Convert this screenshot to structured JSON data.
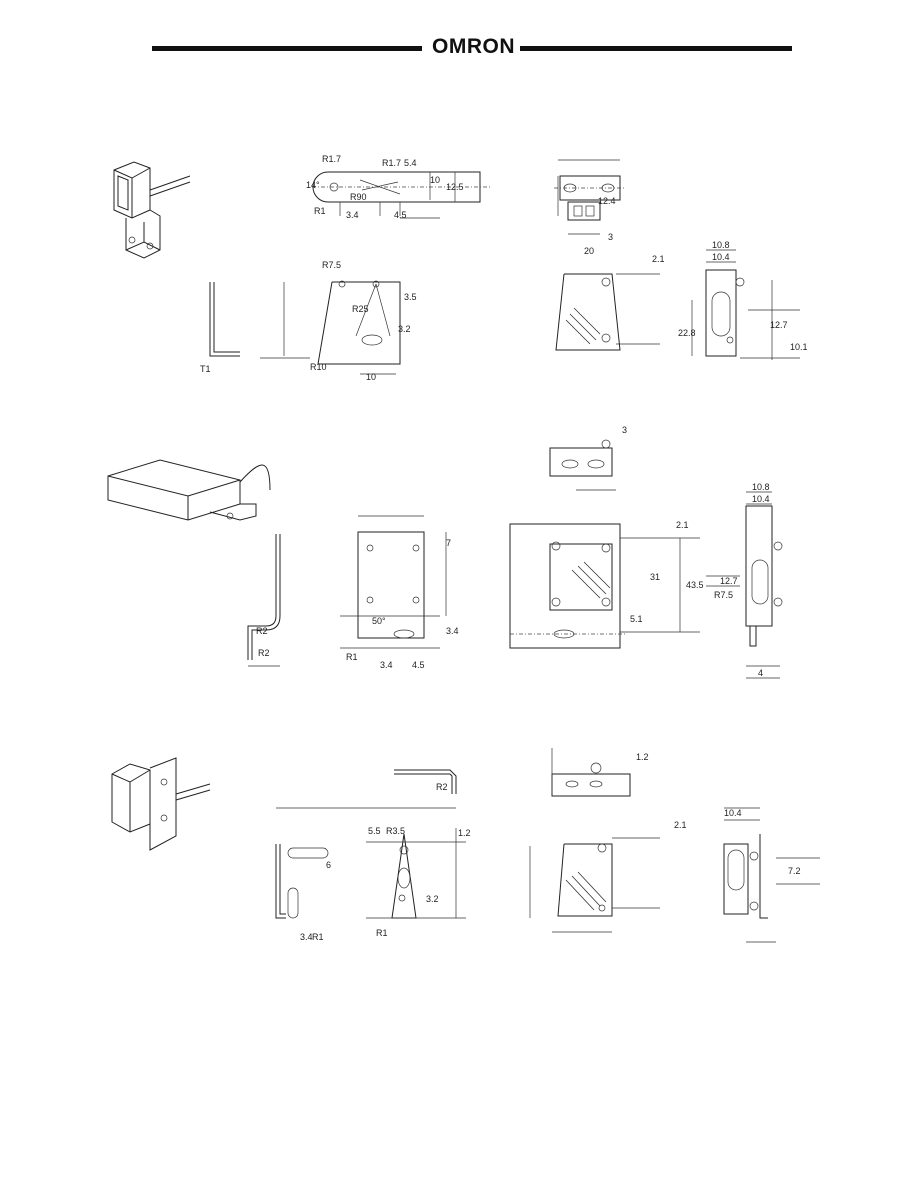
{
  "header": {
    "logo": "OMRON"
  },
  "drawings": {
    "bracket1": {
      "labels": {
        "r17a": "R1.7",
        "r17b": "R1.7",
        "d54": "5.4",
        "d10": "10",
        "a14": "14°",
        "d125": "12.5",
        "r1": "R1",
        "r90": "R90",
        "d34": "3.4",
        "d45": "4.5",
        "d124": "12.4",
        "d3": "3",
        "d20": "20",
        "r175": "R7.5",
        "d35": "3.5",
        "r25": "R25",
        "d32": "3.2",
        "r10": "R10",
        "d10b": "10",
        "t1": "T1",
        "d21": "2.1",
        "d108": "10.8",
        "d104": "10.4",
        "d228": "22.8",
        "d127": "12.7",
        "d101": "10.1"
      }
    },
    "bracket2": {
      "labels": {
        "d3": "3",
        "d108": "10.8",
        "d104": "10.4",
        "d7": "7",
        "d21": "2.1",
        "r2a": "R2",
        "r2b": "R2",
        "a50": "50°",
        "d34": "3.4",
        "d31": "31",
        "d435": "43.5",
        "d127": "12.7",
        "r75": "R7.5",
        "d51": "5.1",
        "r1": "R1",
        "d34b": "3.4",
        "d45": "4.5",
        "d4": "4"
      }
    },
    "bracket3": {
      "labels": {
        "d12": "1.2",
        "r12": "R2",
        "d104": "10.4",
        "d55": "5.5",
        "r35": "R3.5",
        "d12b": "1.2",
        "d21": "2.1",
        "d6": "6",
        "d72": "7.2",
        "d32": "3.2",
        "r1a": "R1",
        "r1b": "R1",
        "d34": "3.4"
      }
    }
  }
}
